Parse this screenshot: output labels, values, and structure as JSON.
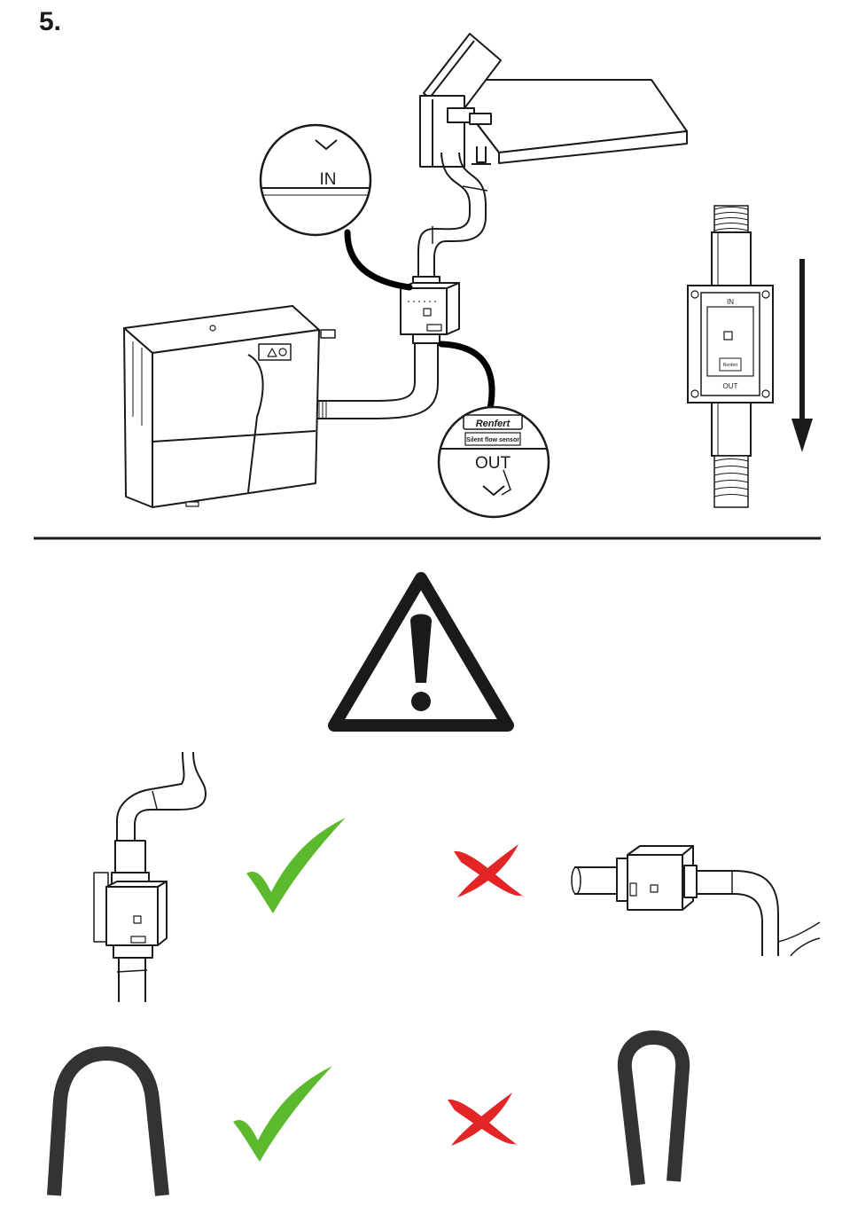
{
  "step": {
    "number": "5."
  },
  "detail_in": {
    "label": "IN"
  },
  "detail_out": {
    "label": "OUT",
    "brand": "Renfert",
    "product": "Silent flow sensor"
  },
  "sensor_front": {
    "in_label": "IN",
    "out_label": "OUT",
    "brand": "Renfert"
  },
  "colors": {
    "check": "#5cb82c",
    "cross": "#e32526",
    "hose": "#333333",
    "line": "#1a1a1a"
  },
  "icons": [
    "warning-triangle-icon",
    "checkmark-icon",
    "cross-icon",
    "arrow-down-icon"
  ]
}
